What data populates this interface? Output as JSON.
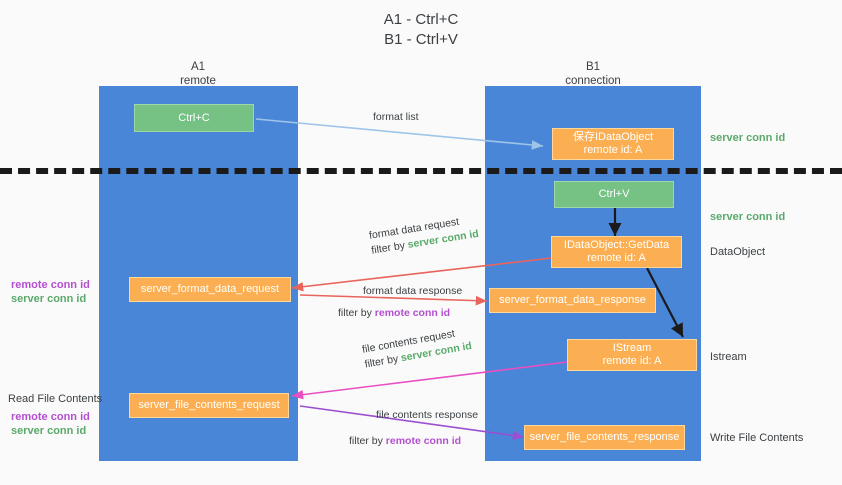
{
  "title": "A1 - Ctrl+C\nB1 - Ctrl+V",
  "columns": [
    {
      "name": "A1",
      "sub": "remote"
    },
    {
      "name": "B1",
      "sub": "connection"
    }
  ],
  "colors": {
    "lane": "#4a86d8",
    "green_box": "#76c184",
    "orange_box": "#fbaf52",
    "server_conn_id": "#5aa96a",
    "remote_conn_id": "#b44fd0",
    "divider": "#1a1a1a",
    "arrow_blue": "#9ec5e8",
    "arrow_red": "#e8645c",
    "arrow_pink": "#e84fc0",
    "arrow_purple": "#9b4fd0",
    "arrow_dark": "#1a1a1a",
    "background": "#fafafa"
  },
  "boxes": {
    "ctrl_c": {
      "label": "Ctrl+C",
      "style": "green"
    },
    "save_idataobject": {
      "line1": "保存IDataObject",
      "line2": "remote id: A",
      "style": "orange"
    },
    "ctrl_v": {
      "label": "Ctrl+V",
      "style": "green"
    },
    "getdata": {
      "line1": "IDataObject::GetData",
      "line2": "remote id: A",
      "style": "orange"
    },
    "server_format_data_request": {
      "label": "server_format_data_request",
      "style": "orange"
    },
    "server_format_data_response": {
      "label": "server_format_data_response",
      "style": "orange"
    },
    "istream": {
      "line1": "IStream",
      "line2": "remote id: A",
      "style": "orange"
    },
    "server_file_contents_request": {
      "label": "server_file_contents_request",
      "style": "orange"
    },
    "server_file_contents_response": {
      "label": "server_file_contents_response",
      "style": "orange"
    }
  },
  "edge_labels": {
    "format_list": "format list",
    "format_data_request": "format data request",
    "format_data_request_filter_prefix": "filter by ",
    "format_data_request_filter_value": "server conn id",
    "format_data_response": "format data response",
    "format_data_response_filter_prefix": "filter by ",
    "format_data_response_filter_value": "remote conn id",
    "file_contents_request": "file contents request",
    "file_contents_request_filter_prefix": "filter by ",
    "file_contents_request_filter_value": "server conn id",
    "file_contents_response": "file contents response",
    "file_contents_response_filter_prefix": "filter by ",
    "file_contents_response_filter_value": "remote conn id"
  },
  "right_labels": {
    "server_conn_id_top": "server conn id",
    "server_conn_id_mid": "server conn id",
    "dataobject": "DataObject",
    "istream": "Istream",
    "write_file_contents": "Write File Contents"
  },
  "left_labels": {
    "remote_conn_id_1": "remote conn id",
    "server_conn_id_1": "server conn id",
    "read_file_contents": "Read File Contents",
    "remote_conn_id_2": "remote conn id",
    "server_conn_id_2": "server conn id"
  }
}
